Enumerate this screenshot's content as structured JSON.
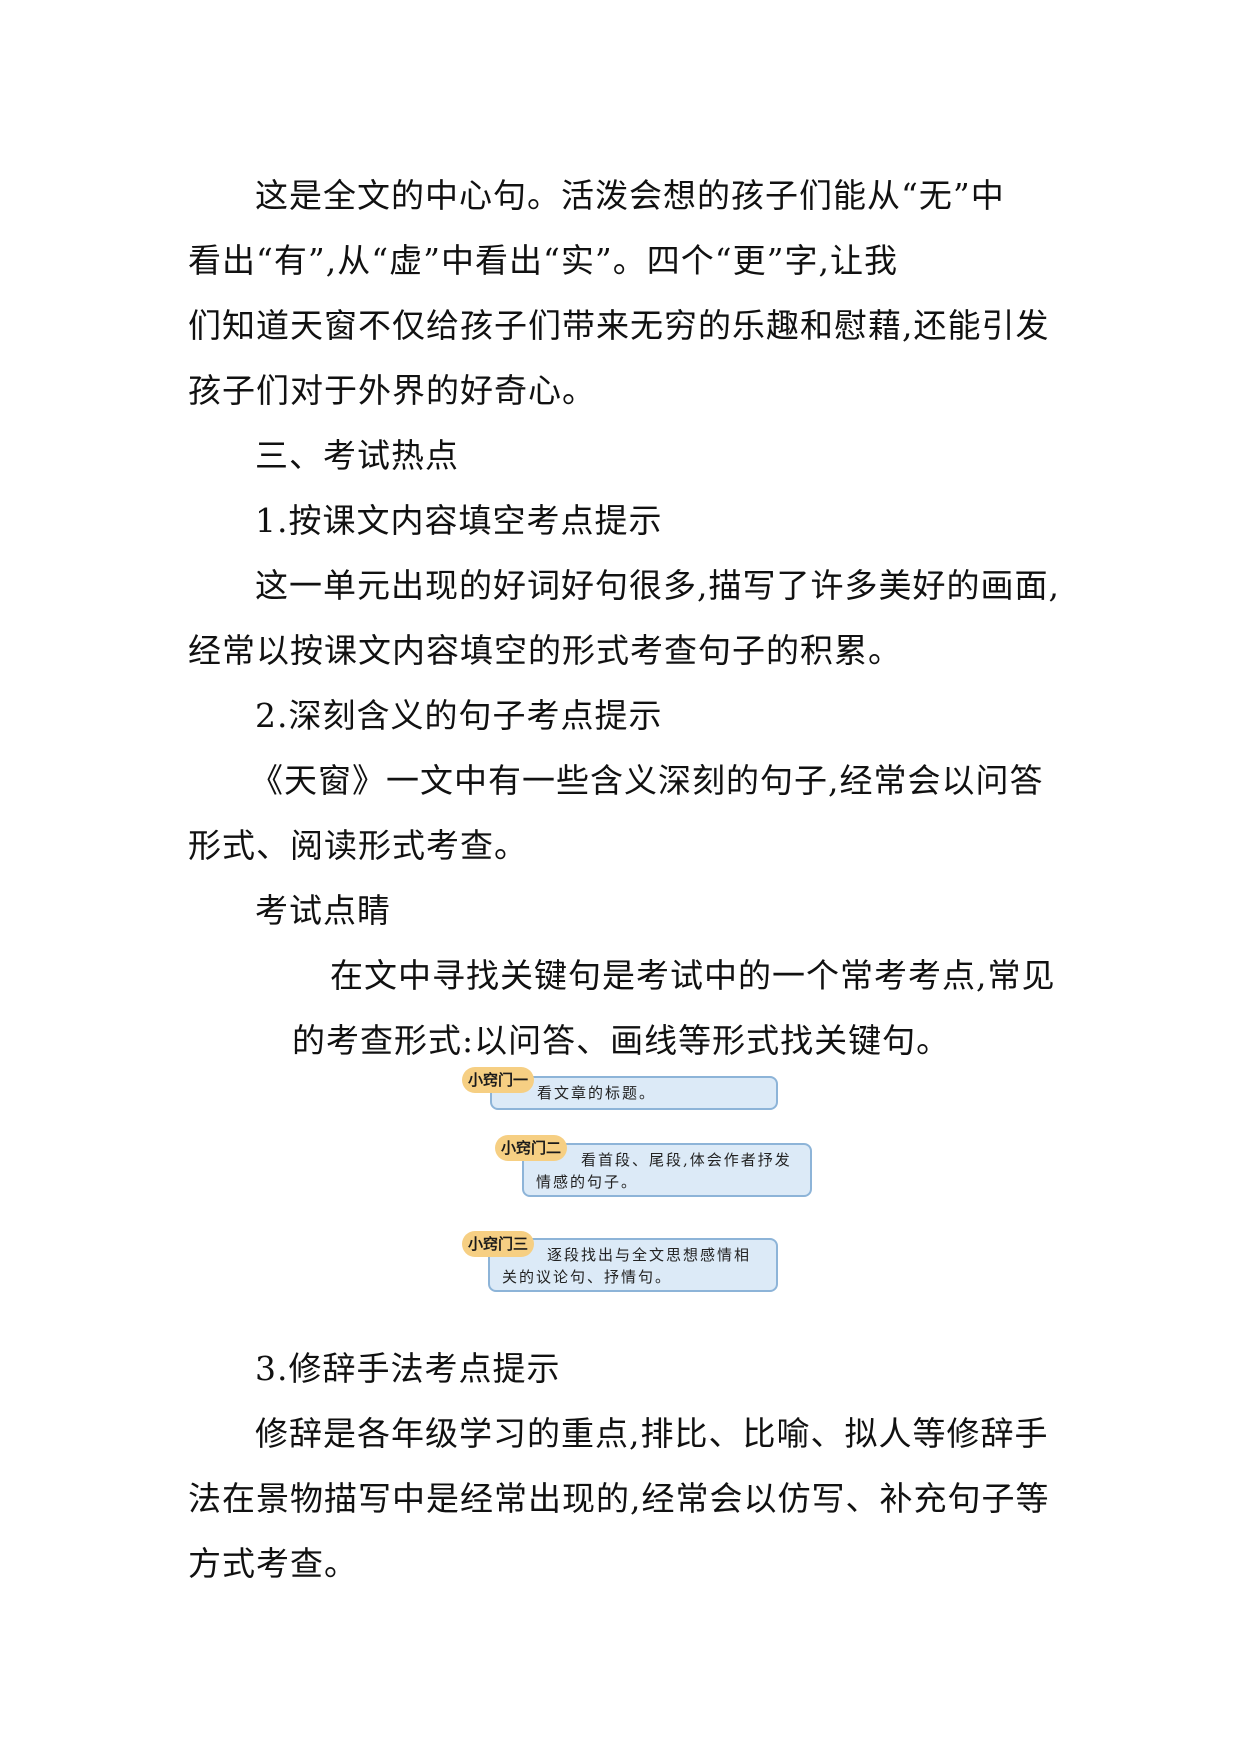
{
  "document": {
    "paragraphs": [
      {
        "id": "p1_l1",
        "text": "这是全文的中心句。活泼会想的孩子们能从“无”中"
      },
      {
        "id": "p1_l2",
        "text": "看出“有”,从“虚”中看出“实”。四个“更”字,让我"
      },
      {
        "id": "p1_l3",
        "text": "们知道天窗不仅给孩子们带来无穷的乐趣和慰藉,还能引发"
      },
      {
        "id": "p1_l4",
        "text": "孩子们对于外界的好奇心。"
      },
      {
        "id": "h3",
        "text": "三、考试热点"
      },
      {
        "id": "h3_1",
        "text": "1.按课文内容填空考点提示"
      },
      {
        "id": "p2_l1",
        "text": "这一单元出现的好词好句很多,描写了许多美好的画面,"
      },
      {
        "id": "p2_l2",
        "text": "经常以按课文内容填空的形式考查句子的积累。"
      },
      {
        "id": "h3_2",
        "text": "2.深刻含义的句子考点提示"
      },
      {
        "id": "p3_l1",
        "text": "《天窗》一文中有一些含义深刻的句子,经常会以问答"
      },
      {
        "id": "p3_l2",
        "text": "形式、阅读形式考查。"
      },
      {
        "id": "h_tips",
        "text": "考试点睛"
      },
      {
        "id": "p4_l1",
        "text": "在文中寻找关键句是考试中的一个常考考点,常见"
      },
      {
        "id": "p4_l2",
        "text": "的考查形式:以问答、画线等形式找关键句。"
      },
      {
        "id": "h3_3",
        "text": "3.修辞手法考点提示"
      },
      {
        "id": "p5_l1",
        "text": "修辞是各年级学习的重点,排比、比喻、拟人等修辞手"
      },
      {
        "id": "p5_l2",
        "text": "法在景物描写中是经常出现的,经常会以仿写、补充句子等"
      },
      {
        "id": "p5_l3",
        "text": "方式考查。"
      }
    ],
    "tips": [
      {
        "label": "小窍门一",
        "text": "看文章的标题。"
      },
      {
        "label": "小窍门二",
        "text": "看首段、尾段,体会作者抒发\n情感的句子。"
      },
      {
        "label": "小窍门三",
        "text": "逐段找出与全文思想感情相\n关的议论句、抒情句。"
      }
    ],
    "colors": {
      "tip_box_fill": "#dceaf7",
      "tip_box_border": "#8db4d8",
      "tip_label_fill": "#f6cf83"
    }
  }
}
